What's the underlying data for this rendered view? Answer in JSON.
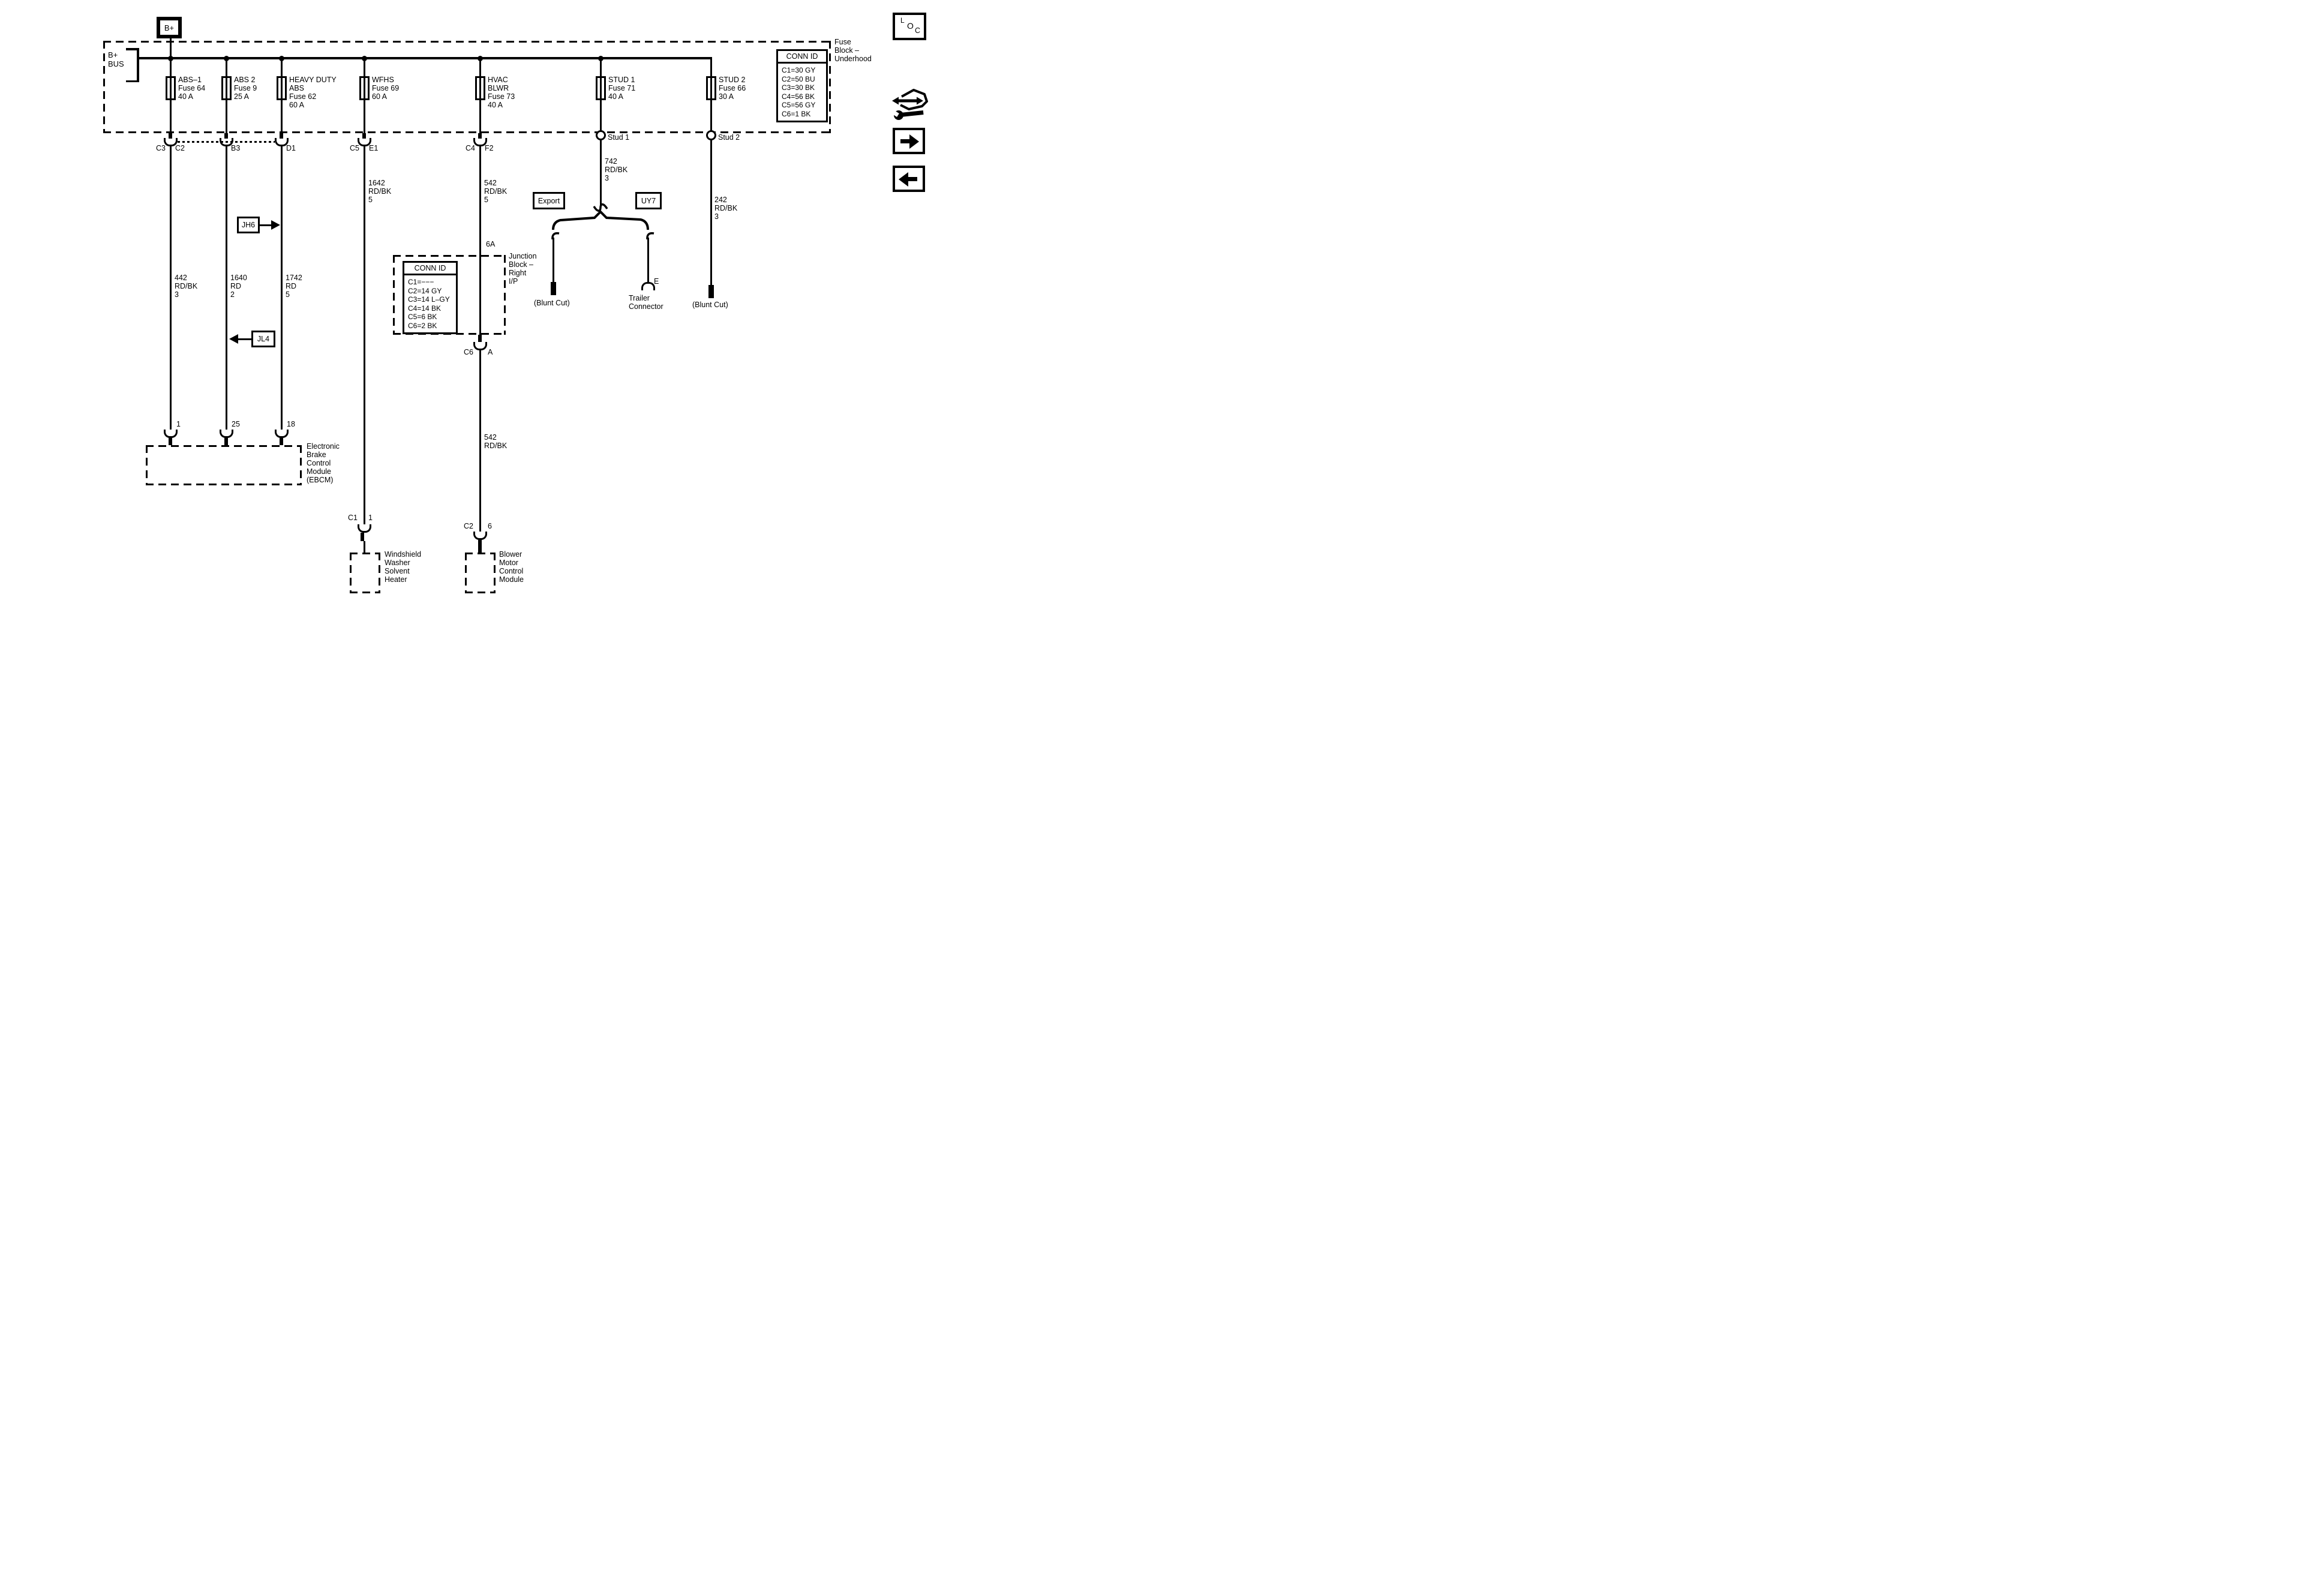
{
  "power_feed": {
    "b_plus": "B+",
    "bus": "B+\nBUS"
  },
  "fuse_block": {
    "label": "Fuse\nBlock –\nUnderhood",
    "conn_id_table": {
      "title": "CONN ID",
      "rows": [
        "C1=30 GY",
        "C2=50 BU",
        "C3=30 BK",
        "C4=56 BK",
        "C5=56 GY",
        "C6=1 BK"
      ]
    },
    "fuses": [
      {
        "label": "ABS–1\nFuse 64\n40 A"
      },
      {
        "label": "ABS 2\nFuse 9\n25 A"
      },
      {
        "label": "HEAVY DUTY\nABS\nFuse 62\n60 A"
      },
      {
        "label": "WFHS\nFuse 69\n60 A"
      },
      {
        "label": "HVAC\nBLWR\nFuse 73\n40 A"
      },
      {
        "label": "STUD 1\nFuse 71\n40 A"
      },
      {
        "label": "STUD 2\nFuse 66\n30 A"
      }
    ],
    "outputs": {
      "abs1": {
        "left": "C3",
        "right": "C2"
      },
      "abs2": {
        "right": "B3"
      },
      "hd_abs": {
        "right": "D1"
      },
      "wfhs": {
        "left": "C5",
        "right": "E1"
      },
      "hvac": {
        "left": "C4",
        "right": "F2"
      },
      "stud1": "Stud 1",
      "stud2": "Stud 2"
    }
  },
  "wires": {
    "w442": "442\nRD/BK\n3",
    "w1640": "1640\nRD\n2",
    "w1742": "1742\nRD\n5",
    "w1642": "1642\nRD/BK\n5",
    "w542_a": "542\nRD/BK\n5",
    "w542_b": "542\nRD/BK",
    "w742": "742\nRD/BK\n3",
    "w242": "242\nRD/BK\n3"
  },
  "callouts": {
    "jh6": "JH6",
    "jl4": "JL4",
    "export": "Export",
    "uy7": "UY7"
  },
  "junction_block": {
    "label": "Junction\nBlock –\nRight\nI/P",
    "pin_in": "6A",
    "conn_id_table": {
      "title": "CONN ID",
      "rows": [
        "C1=−−−",
        "C2=14 GY",
        "C3=14 L–GY",
        "C4=14 BK",
        "C5=6 BK",
        "C6=2 BK"
      ]
    },
    "pin_out": {
      "left": "C6",
      "right": "A"
    }
  },
  "ebcm": {
    "pins": [
      "1",
      "25",
      "18"
    ],
    "label": "Electronic\nBrake\nControl\nModule\n(EBCM)"
  },
  "washer_heater": {
    "pin_left": "C1",
    "pin_right": "1",
    "label": "Windshield\nWasher\nSolvent\nHeater"
  },
  "blower_module": {
    "pin_left": "C2",
    "pin_right": "6",
    "label": "Blower\nMotor\nControl\nModule"
  },
  "terminations": {
    "blunt_left": "(Blunt Cut)",
    "blunt_right": "(Blunt Cut)",
    "trailer": {
      "pin": "E",
      "label": "Trailer\nConnector"
    }
  },
  "toolbar": {
    "loc": {
      "l": "L",
      "o": "O",
      "c": "C"
    }
  },
  "colors": {
    "ink": "#000000",
    "paper": "#ffffff"
  }
}
